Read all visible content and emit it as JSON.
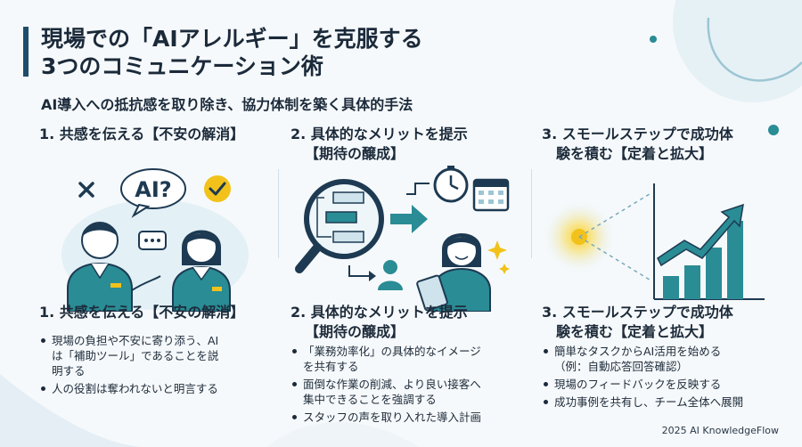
{
  "header": {
    "title_line1": "現場での「AIアレルギー」を克服する",
    "title_line2": "3つのコミュニケーション術",
    "subtitle": "AI導入への抵抗感を取り除き、協力体制を築く具体的手法"
  },
  "columns": [
    {
      "heading_line1": "1. 共感を伝える【不安の解消】",
      "heading_line2": "",
      "bubble_text": "AI?",
      "lower_heading_line1": "1. 共感を伝える【不安の解消】",
      "lower_heading_line2": "",
      "bullets": [
        [
          "現場の負担や不安に寄り添う、AI",
          "は「補助ツール」であることを説",
          "明する"
        ],
        [
          "人の役割は奪われないと明言する"
        ]
      ]
    },
    {
      "heading_line1": "2. 具体的なメリットを提示",
      "heading_line2": "【期待の醸成】",
      "lower_heading_line1": "2. 具体的なメリットを提示",
      "lower_heading_line2": "【期待の醸成】",
      "bullets": [
        [
          "「業務効率化」の具体的なイメージ",
          "を共有する"
        ],
        [
          "面倒な作業の削減、より良い接客へ",
          "集中できることを強調する"
        ],
        [
          "スタッフの声を取り入れた導入計画"
        ]
      ]
    },
    {
      "heading_line1": "3. スモールステップで成功体",
      "heading_line2": "験を積む【定着と拡大】",
      "lower_heading_line1": "3. スモールステップで成功体",
      "lower_heading_line2": "験を積む【定着と拡大】",
      "bullets": [
        [
          "簡単なタスクからAI活用を始める",
          "（例：自動応答回答確認）"
        ],
        [
          "現場のフィードバックを反映する"
        ],
        [
          "成功事例を共有し、チーム全体へ展開"
        ]
      ]
    }
  ],
  "footer": "2025 AI KnowledgeFlow",
  "colors": {
    "navy": "#1d4e6b",
    "teal": "#2a8c95",
    "yellow": "#f2c21b",
    "light_blue": "#e3f0f6"
  }
}
